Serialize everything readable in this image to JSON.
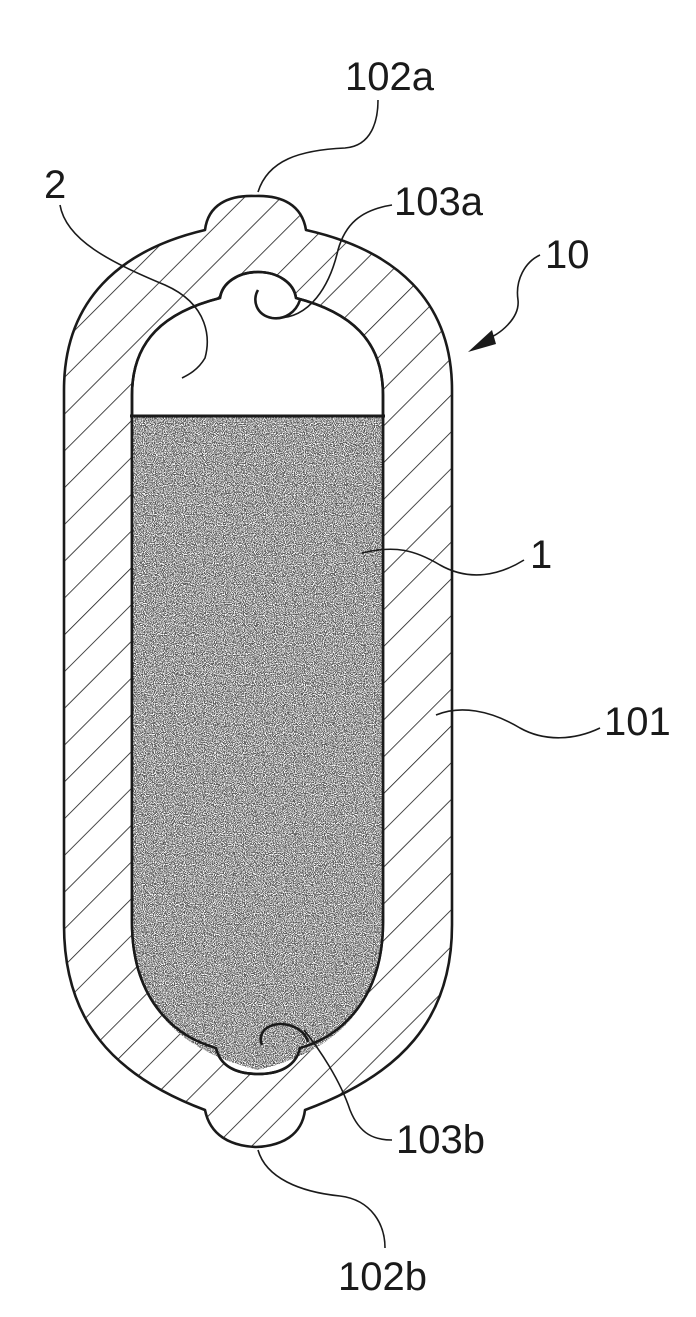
{
  "labels": {
    "label_102a": "102a",
    "label_2": "2",
    "label_103a": "103a",
    "label_10": "10",
    "label_1": "1",
    "label_101": "101",
    "label_103b": "103b",
    "label_102b": "102b"
  },
  "colors": {
    "ink": "#1a1a1a",
    "background": "#ffffff",
    "fill_speckle": "#bdbdbd"
  }
}
